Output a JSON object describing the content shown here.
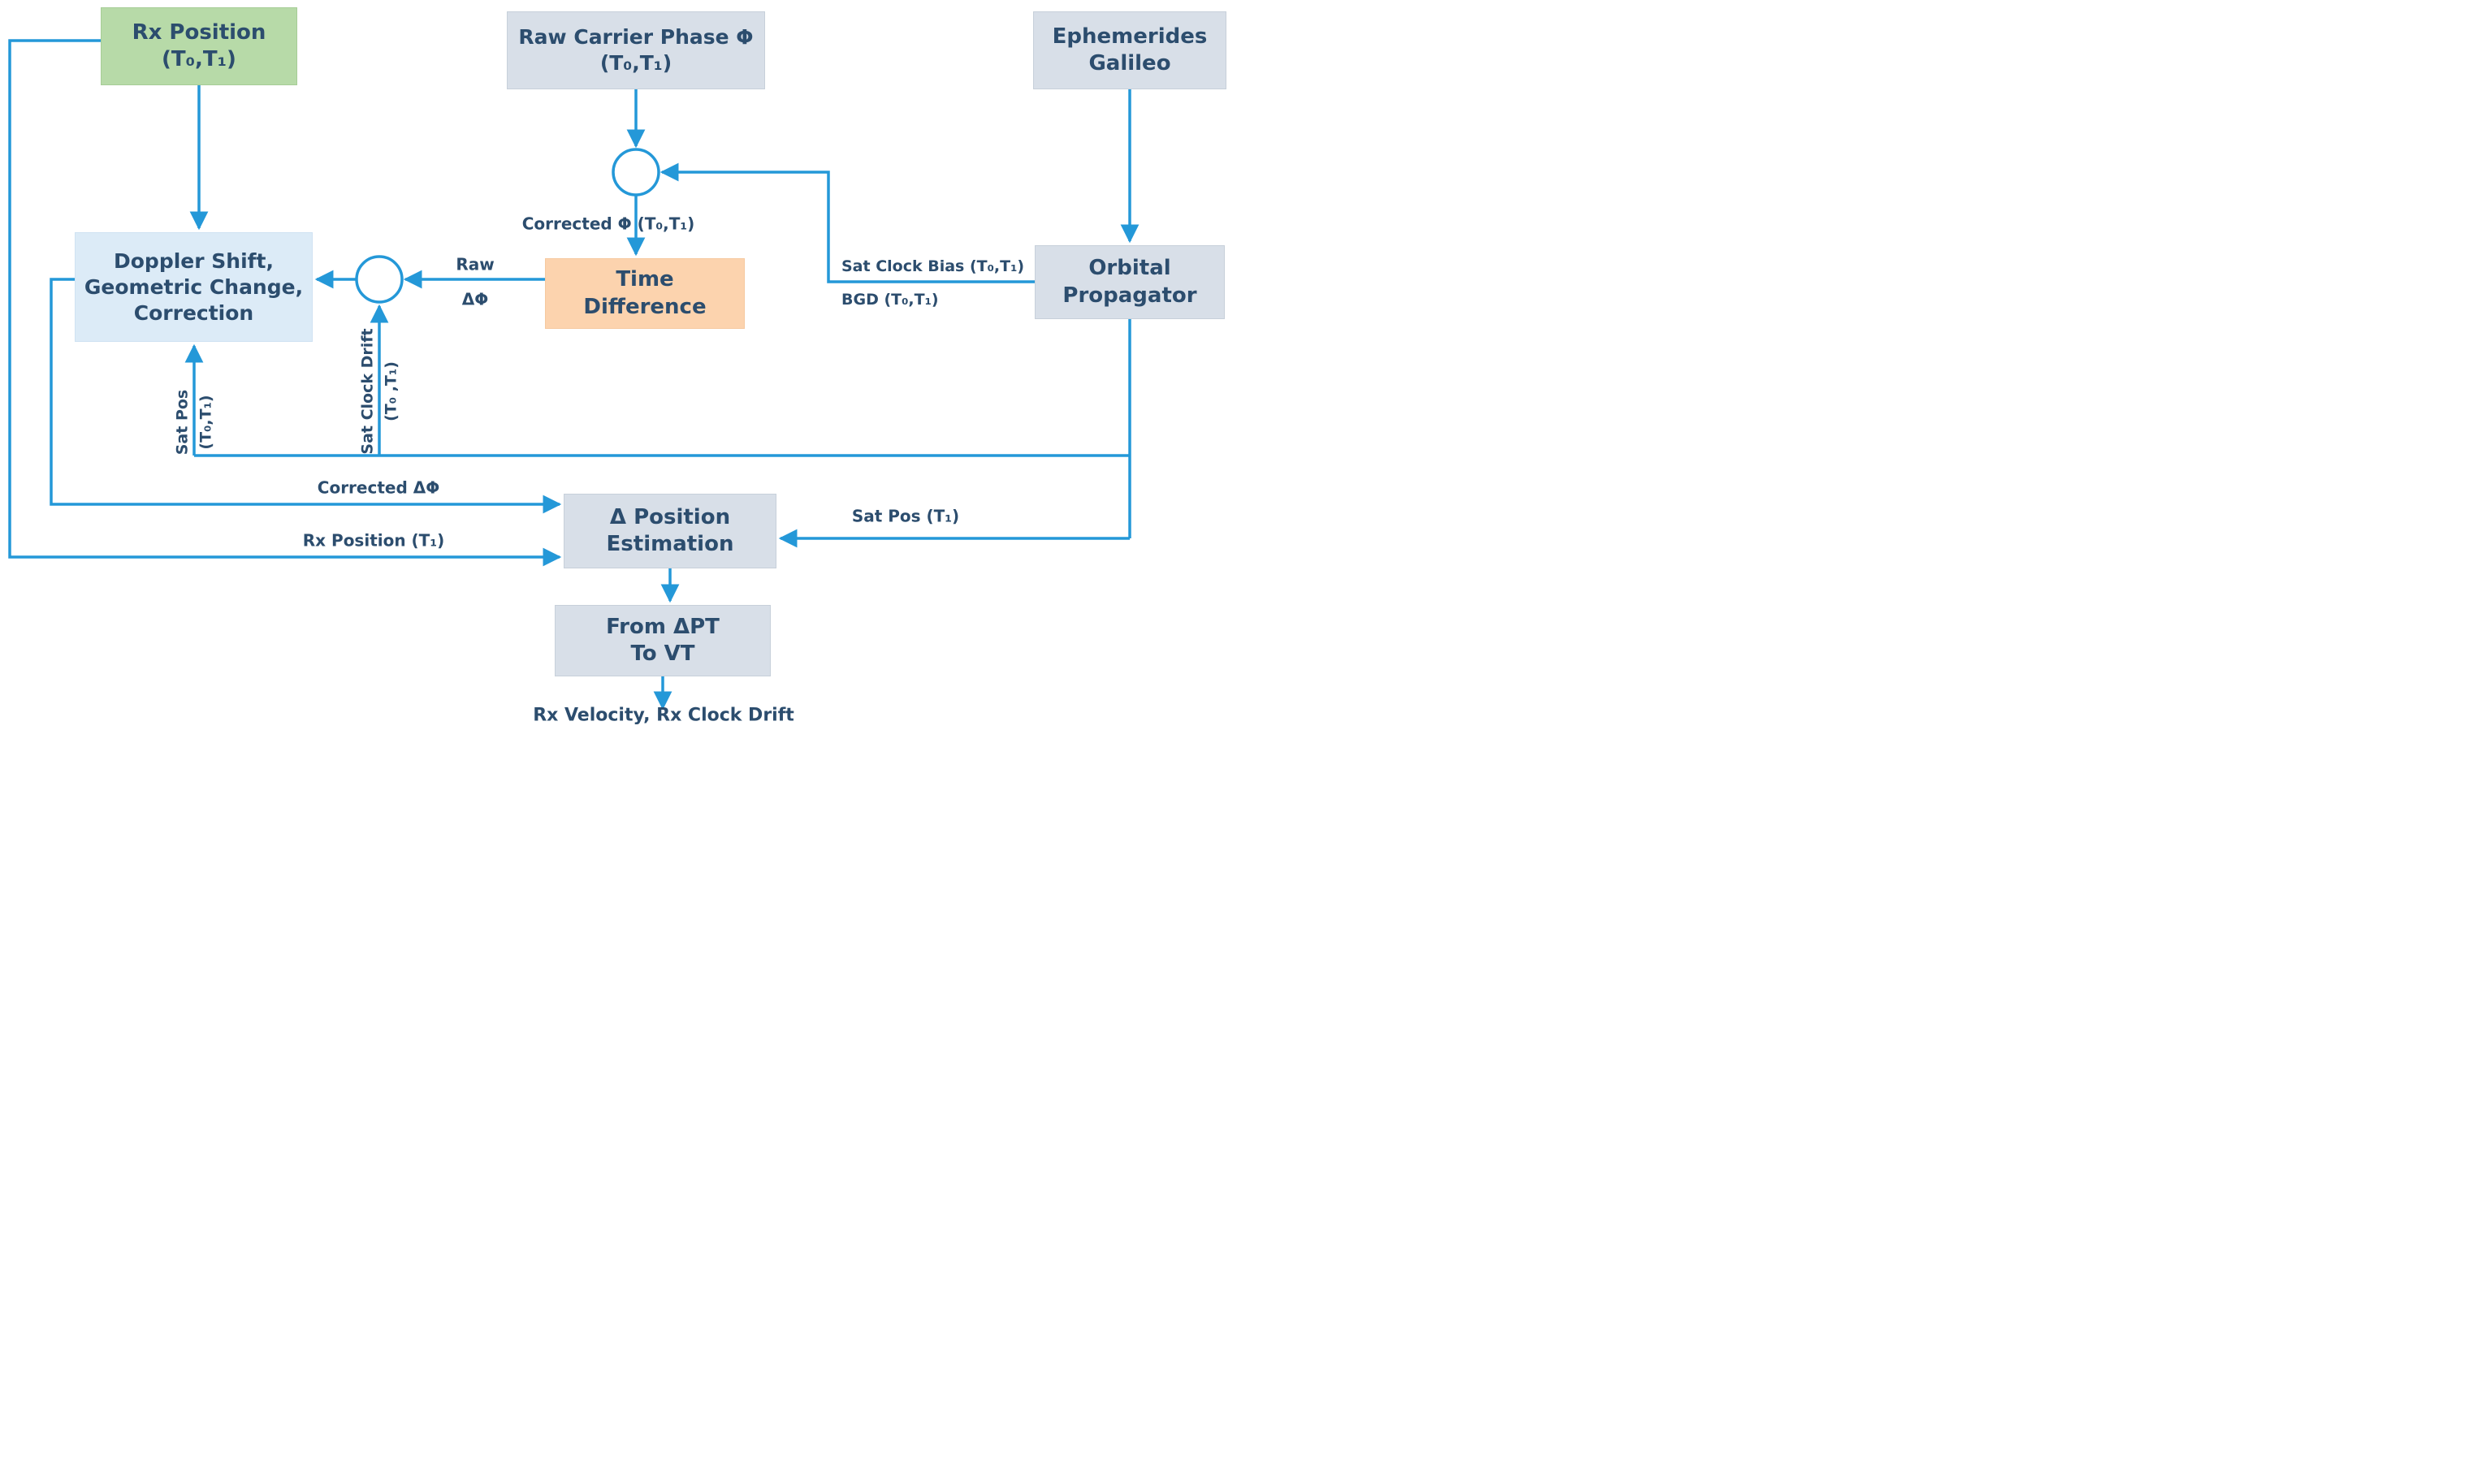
{
  "colors": {
    "line": "#2498d8",
    "text": "#2c4d6e",
    "green": "#b7daa8",
    "gray": "#d8dfe8",
    "lightblue": "#dcebf7",
    "orange": "#fcd3ae"
  },
  "nodes": {
    "rx_position": {
      "line1": "Rx Position",
      "line2": "(T₀,T₁)"
    },
    "raw_carrier": {
      "line1": "Raw Carrier Phase Φ",
      "line2": "(T₀,T₁)"
    },
    "ephemerides": {
      "line1": "Ephemerides",
      "line2": "Galileo"
    },
    "doppler": {
      "line1": "Doppler Shift,",
      "line2": "Geometric Change,",
      "line3": "Correction"
    },
    "time_difference": {
      "line1": "Time",
      "line2": "Difference"
    },
    "orbital": {
      "line1": "Orbital",
      "line2": "Propagator"
    },
    "delta_position": {
      "line1": "Δ Position",
      "line2": "Estimation"
    },
    "from_dpt": {
      "line1": "From ΔPT",
      "line2": "To VT"
    }
  },
  "edge_labels": {
    "corrected_phi": "Corrected Φ (T₀,T₁)",
    "raw": "Raw",
    "delta_phi": "ΔΦ",
    "sat_clock_bias": "Sat Clock Bias (T₀,T₁)",
    "bgd": "BGD (T₀,T₁)",
    "sat_pos_line1": "Sat Pos",
    "sat_pos_line2": "(T₀,T₁)",
    "sat_clock_drift_line1": "Sat Clock Drift",
    "sat_clock_drift_line2": "(T₀ ,T₁)",
    "corrected_delta_phi": "Corrected ΔΦ",
    "rx_position_t1": "Rx Position (T₁)",
    "sat_pos_t1": "Sat Pos (T₁)",
    "output": "Rx Velocity, Rx Clock Drift"
  }
}
